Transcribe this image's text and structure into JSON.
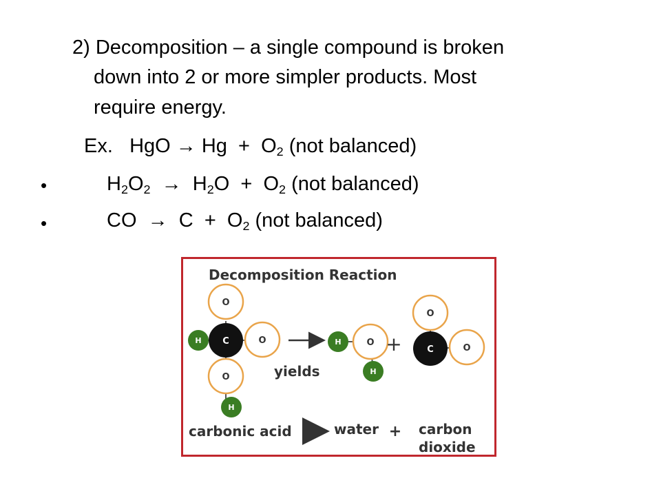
{
  "slide": {
    "intro_line1": "2) Decomposition – a single compound is broken",
    "intro_line2": "down into 2 or more simpler products.  Most",
    "intro_line3": "require energy.",
    "ex_prefix": "Ex.",
    "ex1": {
      "a": "HgO",
      "arrow": "→",
      "b": "Hg",
      "plus": "+",
      "c": "O",
      "c_sub": "2",
      "note": "(not balanced)"
    },
    "bullets": [
      {
        "a": "H",
        "a_sub": "2",
        "a2": "O",
        "a2_sub": "2",
        "arrow": "→",
        "b": "H",
        "b_sub": "2",
        "b2": "O",
        "plus": "+",
        "c": "O",
        "c_sub": "2",
        "note": "(not balanced)"
      },
      {
        "a": "CO",
        "arrow": "→",
        "b": "C",
        "plus": "+",
        "c": "O",
        "c_sub": "2",
        "note": "(not balanced)"
      }
    ],
    "bullet_char": "•"
  },
  "figure": {
    "title": "Decomposition Reaction",
    "yields": "yields",
    "plus": "+",
    "label_reactant": "carbonic acid",
    "label_water": "water",
    "label_plus": "+",
    "label_co2_line1": "carbon",
    "label_co2_line2": "dioxide",
    "atom_o": "O",
    "atom_c": "C",
    "atom_h": "H",
    "colors": {
      "border": "#c0272d",
      "hydrogen": "#3a7d23",
      "carbon": "#111111",
      "oxygen_ring": "#e9a44a"
    }
  }
}
